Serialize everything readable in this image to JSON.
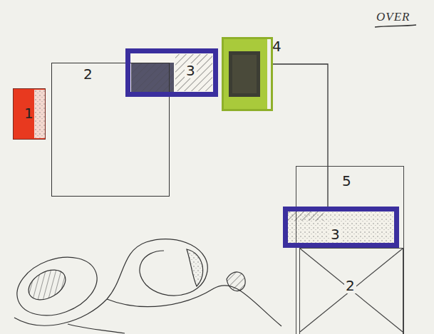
{
  "diagram": {
    "nodes": [
      {
        "text": [
          "1"
        ]
      },
      {
        "text": [
          "2"
        ]
      },
      {
        "text": [
          "3"
        ]
      },
      {
        "text": [
          "4"
        ]
      },
      {
        "text": [
          "5"
        ]
      },
      {
        "text": [
          "3"
        ]
      },
      {
        "text": [
          "2"
        ]
      }
    ],
    "edges": [
      {
        "from": 3,
        "to": 5,
        "arrow": "none"
      }
    ],
    "labels": [
      "OVER"
    ]
  }
}
